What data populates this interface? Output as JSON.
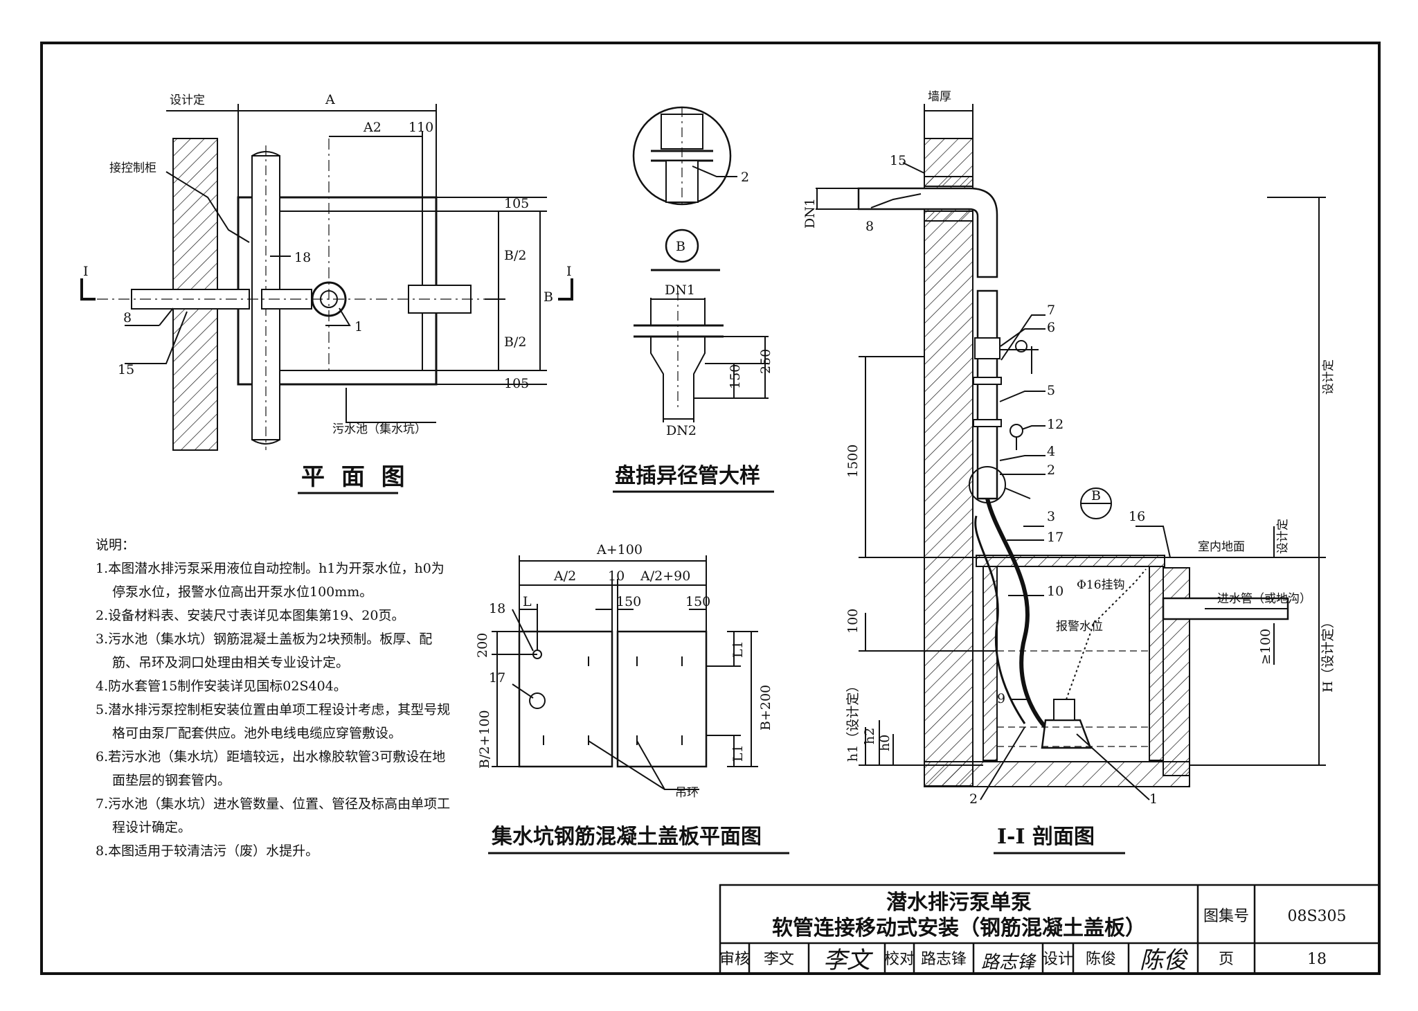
{
  "plan": {
    "title": "平 面 图",
    "labels": {
      "design": "设计定",
      "ctrl": "接控制柜",
      "A": "A",
      "A2": "A2",
      "d110": "110",
      "d105a": "105",
      "B2a": "B/2",
      "B": "B",
      "B2b": "B/2",
      "d105b": "105",
      "pit": "污水池（集水坑）",
      "sec_l": "I",
      "sec_r": "I",
      "n8": "8",
      "n15": "15",
      "n18": "18",
      "n1": "1"
    }
  },
  "detail": {
    "title": "盘插异径管大样",
    "labels": {
      "B": "B",
      "n2": "2",
      "DN1": "DN1",
      "DN2": "DN2",
      "d150": "150",
      "d250": "250"
    }
  },
  "cover": {
    "title": "集水坑钢筋混凝土盖板平面图",
    "labels": {
      "A100": "A+100",
      "A2": "A/2",
      "d10": "10",
      "A290": "A/2+90",
      "L": "L",
      "d150a": "150",
      "d150b": "150",
      "n18": "18",
      "n17": "17",
      "d200": "200",
      "B2100": "B/2+100",
      "L1a": "L1",
      "L1b": "L1",
      "B200": "B+200",
      "ring": "吊环"
    }
  },
  "section": {
    "title": "I-I 剖面图",
    "labels": {
      "wall": "墙厚",
      "DN1": "DN1",
      "n15": "15",
      "n8": "8",
      "n7": "7",
      "n6": "6",
      "n5": "5",
      "n12": "12",
      "n4": "4",
      "n2": "2",
      "n3": "3",
      "n17": "17",
      "n16": "16",
      "n10": "10",
      "n9": "9",
      "n2b": "2",
      "n1": "1",
      "B": "B",
      "floor": "室内地面",
      "design1": "设计定",
      "design2": "设计定",
      "hook": "Φ16挂钩",
      "inlet": "进水管（或地沟）",
      "alarm": "报警水位",
      "d1500": "1500",
      "d100": "100",
      "ge100": "≥100",
      "H": "H（设计定）",
      "h1": "h1（设计定）",
      "h2": "h2",
      "h0": "h0"
    }
  },
  "notes": {
    "heading": "说明：",
    "items": [
      "1.本图潜水排污泵采用液位自动控制。h1为开泵水位，h0为停泵水位，报警水位高出开泵水位100mm。",
      "2.设备材料表、安装尺寸表详见本图集第19、20页。",
      "3.污水池（集水坑）钢筋混凝土盖板为2块预制。板厚、配筋、吊环及洞口处理由相关专业设计定。",
      "4.防水套管15制作安装详见国标02S404。",
      "5.潜水排污泵控制柜安装位置由单项工程设计考虑，其型号规格可由泵厂配套供应。池外电线电缆应穿管敷设。",
      "6.若污水池（集水坑）距墙较远，出水橡胶软管3可敷设在地面垫层的钢套管内。",
      "7.污水池（集水坑）进水管数量、位置、管径及标高由单项工程设计确定。",
      "8.本图适用于较清洁污（废）水提升。"
    ]
  },
  "title_block": {
    "title_line1": "潜水排污泵单泵",
    "title_line2": "软管连接移动式安装（钢筋混凝土盖板）",
    "atlas_label": "图集号",
    "atlas_no": "08S305",
    "review_label": "审核",
    "review_name": "李文",
    "review_sig": "李文",
    "check_label": "校对",
    "check_name": "路志锋",
    "check_sig": "路志锋",
    "design_label": "设计",
    "design_name": "陈俊",
    "design_sig": "陈俊",
    "page_label": "页",
    "page_no": "18"
  }
}
